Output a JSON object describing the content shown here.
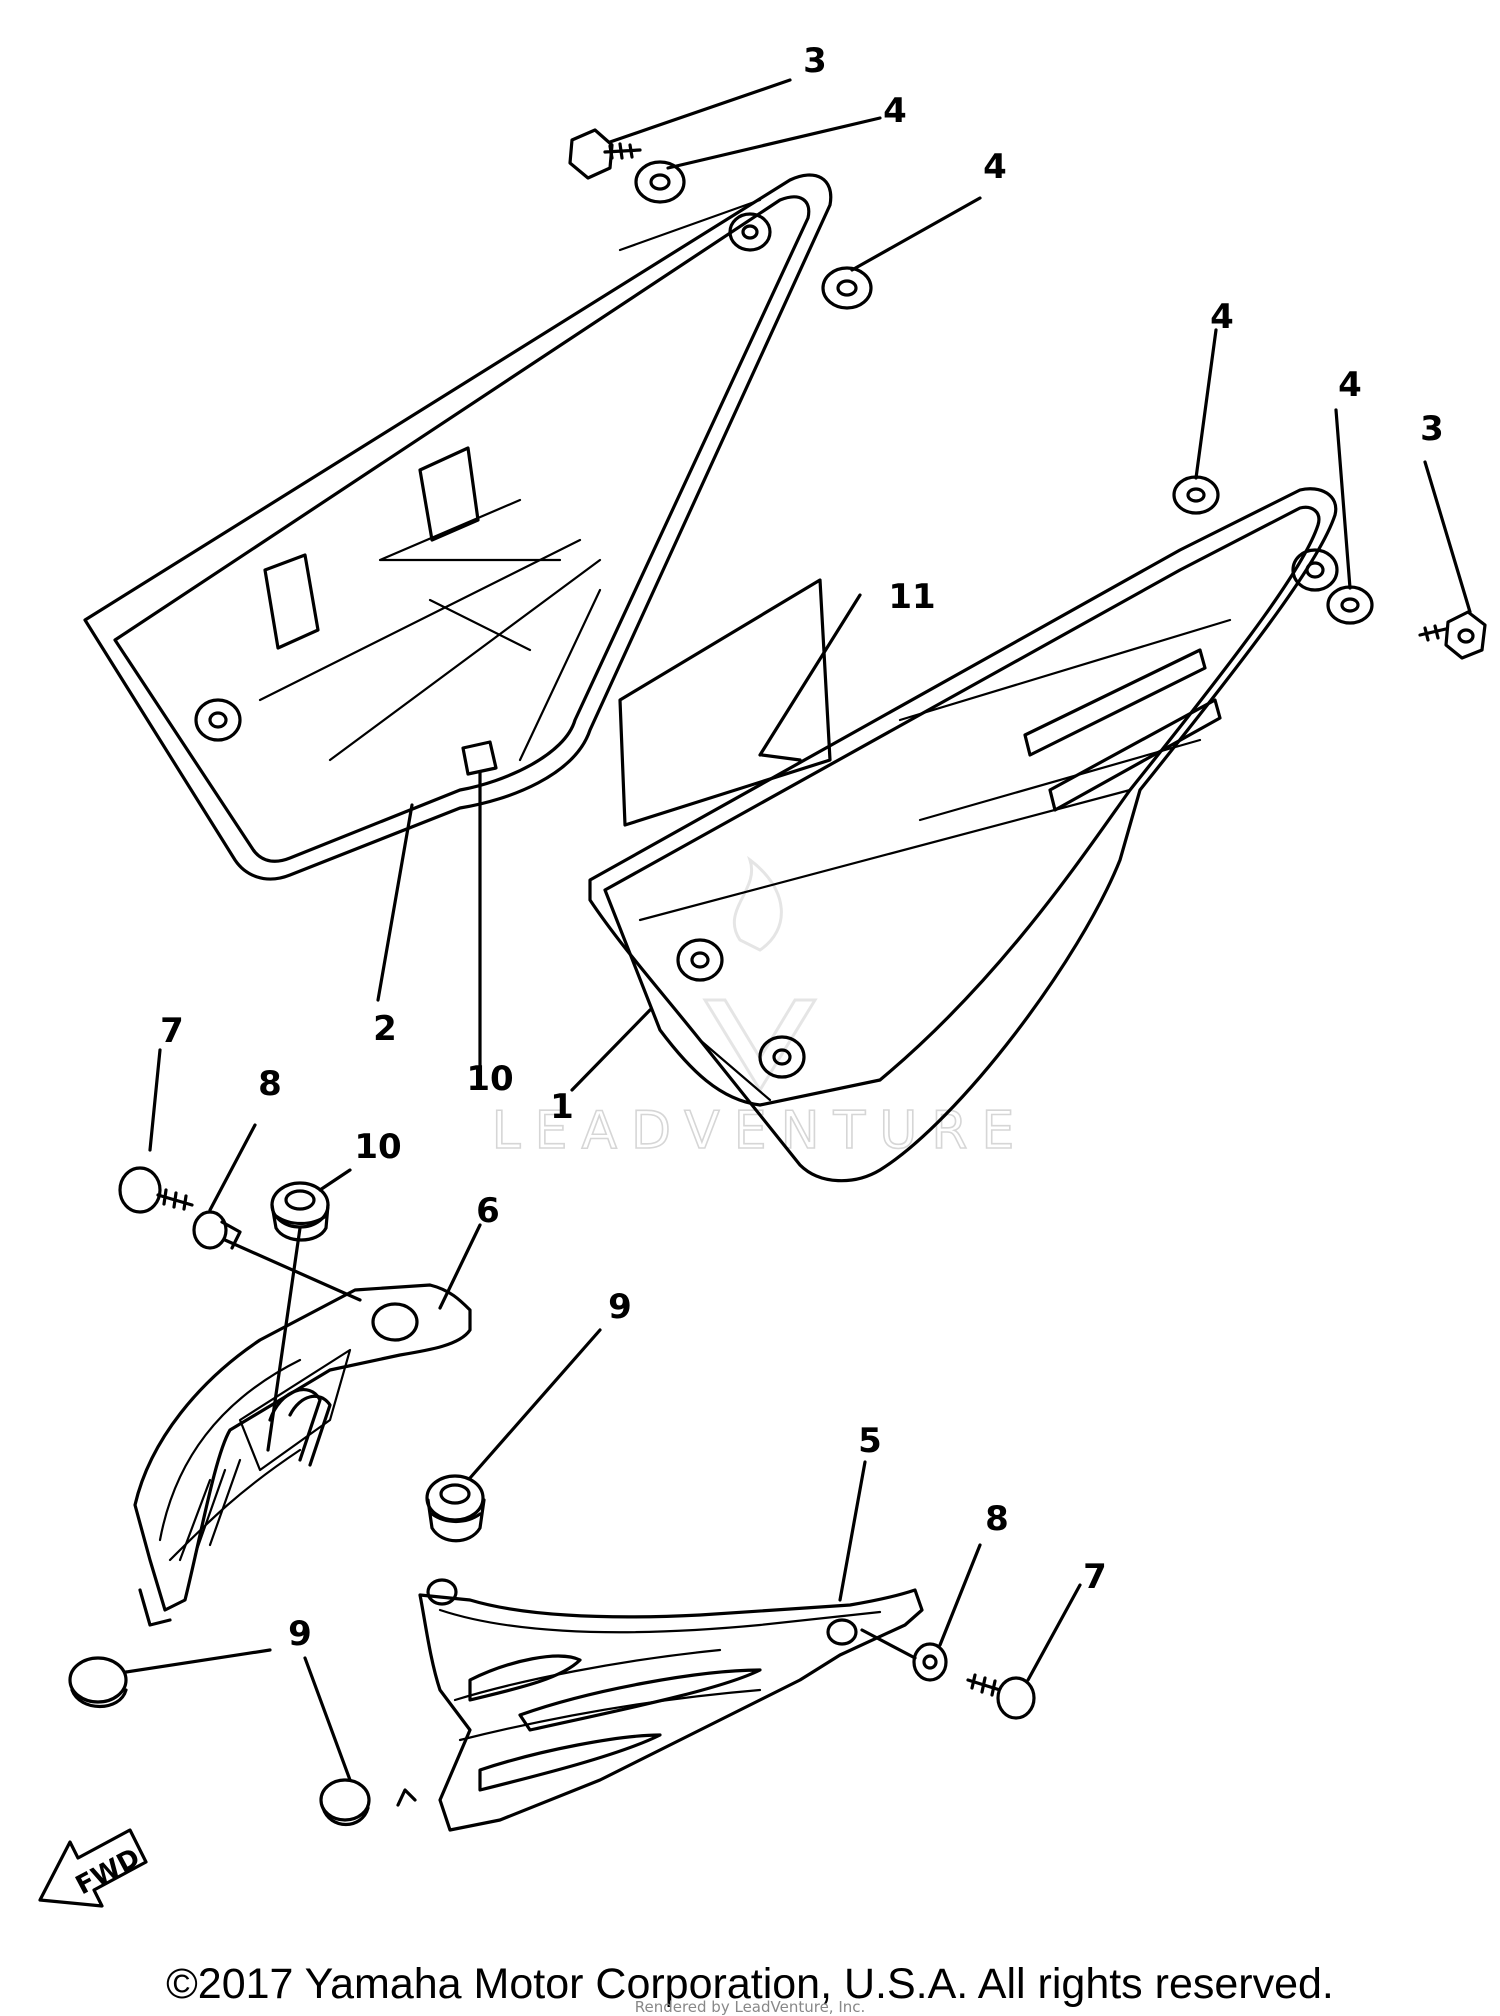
{
  "callouts": [
    {
      "id": "c-3a",
      "label": "3"
    },
    {
      "id": "c-4a",
      "label": "4"
    },
    {
      "id": "c-4b",
      "label": "4"
    },
    {
      "id": "c-4c",
      "label": "4"
    },
    {
      "id": "c-4d",
      "label": "4"
    },
    {
      "id": "c-3b",
      "label": "3"
    },
    {
      "id": "c-11",
      "label": "11"
    },
    {
      "id": "c-2",
      "label": "2"
    },
    {
      "id": "c-10a",
      "label": "10"
    },
    {
      "id": "c-1",
      "label": "1"
    },
    {
      "id": "c-7a",
      "label": "7"
    },
    {
      "id": "c-8a",
      "label": "8"
    },
    {
      "id": "c-10b",
      "label": "10"
    },
    {
      "id": "c-6",
      "label": "6"
    },
    {
      "id": "c-9a",
      "label": "9"
    },
    {
      "id": "c-5",
      "label": "5"
    },
    {
      "id": "c-8b",
      "label": "8"
    },
    {
      "id": "c-7b",
      "label": "7"
    },
    {
      "id": "c-9b",
      "label": "9"
    }
  ],
  "fwd_label": "FWD",
  "watermark": "LEADVENTURE",
  "copyright": "©2017 Yamaha Motor Corporation, U.S.A. All rights reserved.",
  "rendered_by": "Rendered by LeadVenture, Inc."
}
